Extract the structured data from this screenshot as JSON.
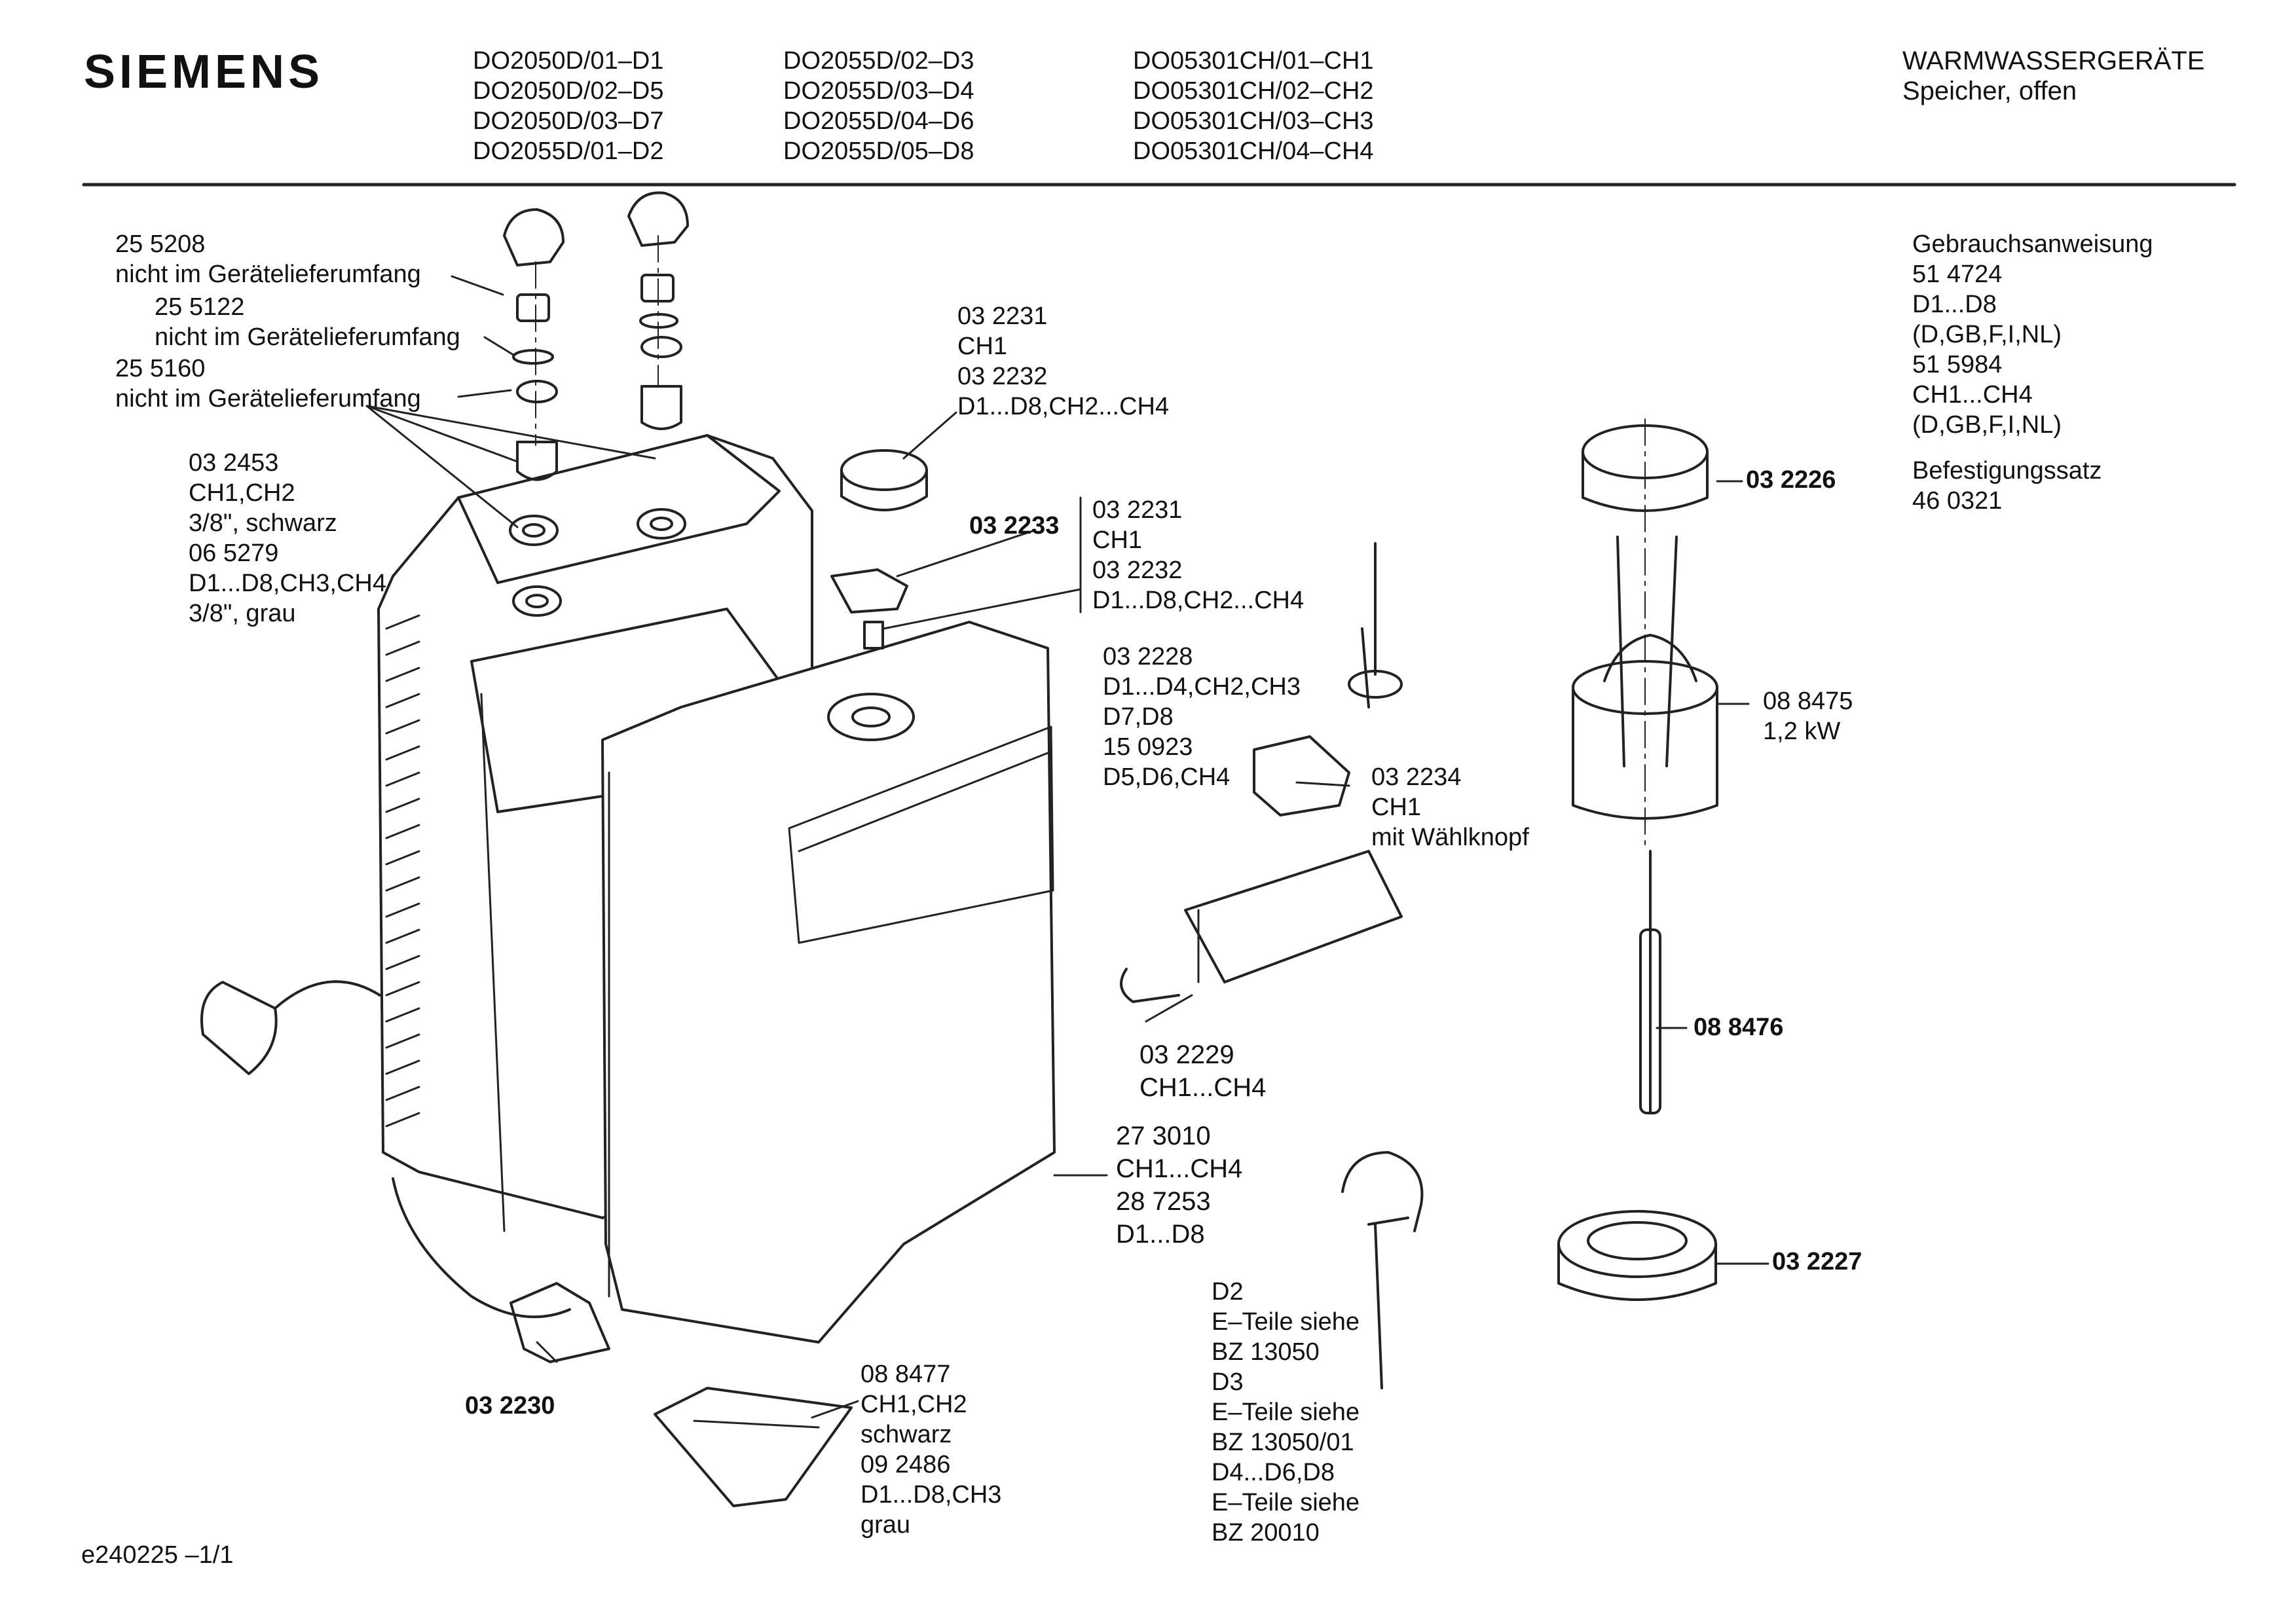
{
  "header": {
    "brand": "SIEMENS",
    "models": [
      [
        "DO2050D/01–D1",
        "DO2050D/02–D5",
        "DO2050D/03–D7",
        "DO2055D/01–D2"
      ],
      [
        "DO2055D/02–D3",
        "DO2055D/03–D4",
        "DO2055D/04–D6",
        "DO2055D/05–D8"
      ],
      [
        "DO05301CH/01–CH1",
        "DO05301CH/02–CH2",
        "DO05301CH/03–CH3",
        "DO05301CH/04–CH4"
      ]
    ],
    "category": "WARMWASSERGERÄTE",
    "subcategory": "Speicher, offen"
  },
  "sidebar_right": {
    "manual_label": "Gebrauchsanweisung",
    "manual_lines": [
      "51 4724",
      "D1...D8",
      "(D,GB,F,I,NL)",
      "51 5984",
      "CH1...CH4",
      "(D,GB,F,I,NL)"
    ],
    "mounting_label": "Befestigungssatz",
    "mounting_number": "46 0321"
  },
  "labels": {
    "p255208": [
      "25 5208",
      "nicht im Gerätelieferumfang"
    ],
    "p255122": [
      "25 5122",
      "nicht im Gerätelieferumfang"
    ],
    "p255160": [
      "25 5160",
      "nicht im Gerätelieferumfang"
    ],
    "p032453": [
      "03 2453",
      "CH1,CH2",
      "3/8\", schwarz",
      "06 5279",
      "D1...D8,CH3,CH4",
      "3/8\", grau"
    ],
    "p032231a": [
      "03 2231",
      "CH1",
      "03 2232",
      "D1...D8,CH2...CH4"
    ],
    "p032233": "03 2233",
    "p032231b": [
      "03 2231",
      "CH1",
      "03 2232",
      "D1...D8,CH2...CH4"
    ],
    "p032228": [
      "03 2228",
      "D1...D4,CH2,CH3",
      "D7,D8",
      "15 0923",
      "D5,D6,CH4"
    ],
    "p032234": [
      "03 2234",
      "CH1",
      "mit Wählknopf"
    ],
    "p032229": [
      "03 2229",
      "CH1...CH4"
    ],
    "p273010": [
      "27 3010",
      "CH1...CH4",
      "28 7253",
      "D1...D8"
    ],
    "p032226": "03 2226",
    "p088475": [
      "08 8475",
      "1,2 kW"
    ],
    "p088476": "08 8476",
    "p032227": "03 2227",
    "p032230": "03 2230",
    "p088477": [
      "08 8477",
      "CH1,CH2",
      "schwarz",
      "09 2486",
      "D1...D8,CH3",
      "grau"
    ],
    "eteile": [
      "D2",
      "E–Teile siehe",
      "BZ 13050",
      "D3",
      "E–Teile siehe",
      "BZ 13050/01",
      "D4...D6,D8",
      "E–Teile siehe",
      "BZ 20010"
    ]
  },
  "footer": {
    "drawing_id": "e240225 –1/1"
  }
}
